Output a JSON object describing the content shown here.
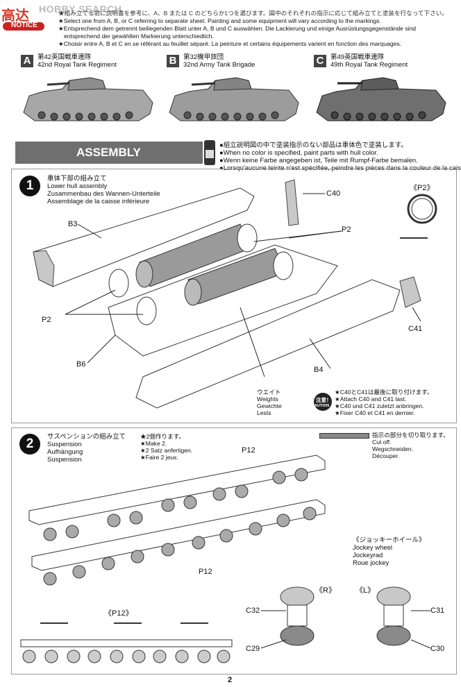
{
  "watermark": {
    "site": "HOBBY SEARCH",
    "logo": "高达"
  },
  "notice": {
    "badge": "NOTICE",
    "lines": [
      "★組み立てる前に説明書を参考に、A、B または C のどちらか1つを選びます。図中のそれぞれの指示に応じて組み立てと塗装を行なって下さい。",
      "★Select one from A, B, or C referring to separate sheet. Painting and some equipment will vary according to the markings.",
      "★Entsprechend dem getrennt beiliegenden Blatt unter A, B und C auswählen. Die Lackierung und einige Ausrüstungsgegenstände sind",
      "entsprechend der gewählten Markierung unterschiedlich.",
      "★Choisir entre A, B et C en se référant au feuillet séparé. La peinture et certains équipements varient en fonction des marquages."
    ]
  },
  "versions": [
    {
      "letter": "A",
      "jp": "第42英国戦車連隊",
      "en": "42nd Royal Tank Regiment",
      "shade": "#a7a7a7"
    },
    {
      "letter": "B",
      "jp": "第32機甲旅団",
      "en": "32nd Army Tank Brigade",
      "shade": "#9c9c9c"
    },
    {
      "letter": "C",
      "jp": "第49英国戦車連隊",
      "en": "49th Royal Tank Regiment",
      "shade": "#6f6f6f"
    }
  ],
  "assembly": {
    "title": "ASSEMBLY",
    "lines": [
      "●組立説明図の中で塗装指示のない部品は車体色で塗装します。",
      "●When no color is specified, paint parts with hull color.",
      "●Wenn keine Farbe angegeben ist, Teile mit Rumpf-Farbe bemalen.",
      "●Lorsqu'aucune teinte n'est spécifiée, peindre les pièces dans la couleur de la caisse."
    ]
  },
  "step1": {
    "number": "1",
    "jp": "車体下部の組み立て",
    "en": "Lower hull assembly",
    "de": "Zusammenbau des Wannen-Unterteile",
    "fr": "Assemblage de la caisse inférieure",
    "labels": {
      "c40": "C40",
      "p2_top": "P2",
      "p2_left": "P2",
      "b3": "B3",
      "b6": "B6",
      "b4": "B4",
      "c41": "C41",
      "detail": "《P2》"
    },
    "weights": [
      "ウエイト",
      "Weights",
      "Gewichte",
      "Lests"
    ],
    "caution": {
      "badge_jp": "注意！",
      "badge_en": "CAUTION",
      "lines": [
        "★C40とC41は最後に取り付けます。",
        "★Attach C40 and C41 last.",
        "★C40 und C41 zuletzt anbringen.",
        "★Fixer C40 et C41 en dernier."
      ]
    }
  },
  "step2": {
    "number": "2",
    "jp": "サスペンションの組み立て",
    "en": "Suspension",
    "de": "Aufhängung",
    "fr": "Suspension",
    "make": [
      "★2個作ります。",
      "★Make 2.",
      "★2 Satz anfertigen.",
      "★Faire 2 jeux."
    ],
    "cut": [
      "指示の部分を切り取ります。",
      "Cut off.",
      "Wegschneiden.",
      "Découper."
    ],
    "labels": {
      "p12_top": "P12",
      "p12_bottom": "P12",
      "p12_detail": "《P12》",
      "r": "《R》",
      "l": "《L》",
      "c32": "C32",
      "c29": "C29",
      "c31": "C31",
      "c30": "C30"
    },
    "jockey": [
      "《ジョッキーホイール》",
      "Jockey wheel",
      "Jockeyrad",
      "Roue jockey"
    ]
  },
  "page_number": "2"
}
